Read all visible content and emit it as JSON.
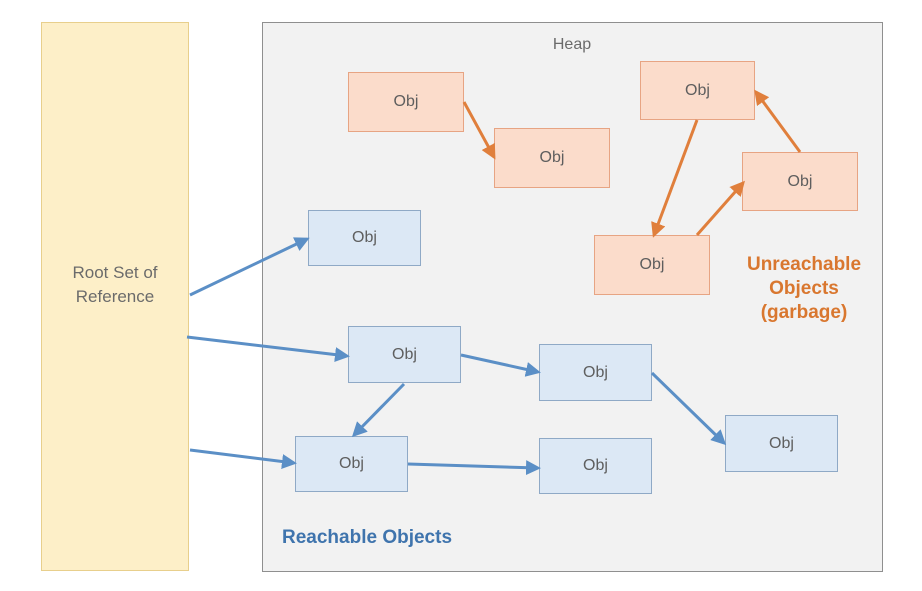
{
  "root_set": {
    "label": "Root Set of\nReference"
  },
  "heap": {
    "title": "Heap"
  },
  "objects": {
    "label": "Obj"
  },
  "groups": {
    "reachable_label": "Reachable Objects",
    "unreachable_label": "Unreachable\nObjects\n(garbage)"
  },
  "colors": {
    "reachable_arrow": "#5b8fc6",
    "unreachable_arrow": "#e07f3c",
    "reachable_text": "#3f74ad",
    "unreachable_text": "#d9772f",
    "root_fill": "#fdefc8",
    "heap_fill": "#f2f2f2"
  }
}
